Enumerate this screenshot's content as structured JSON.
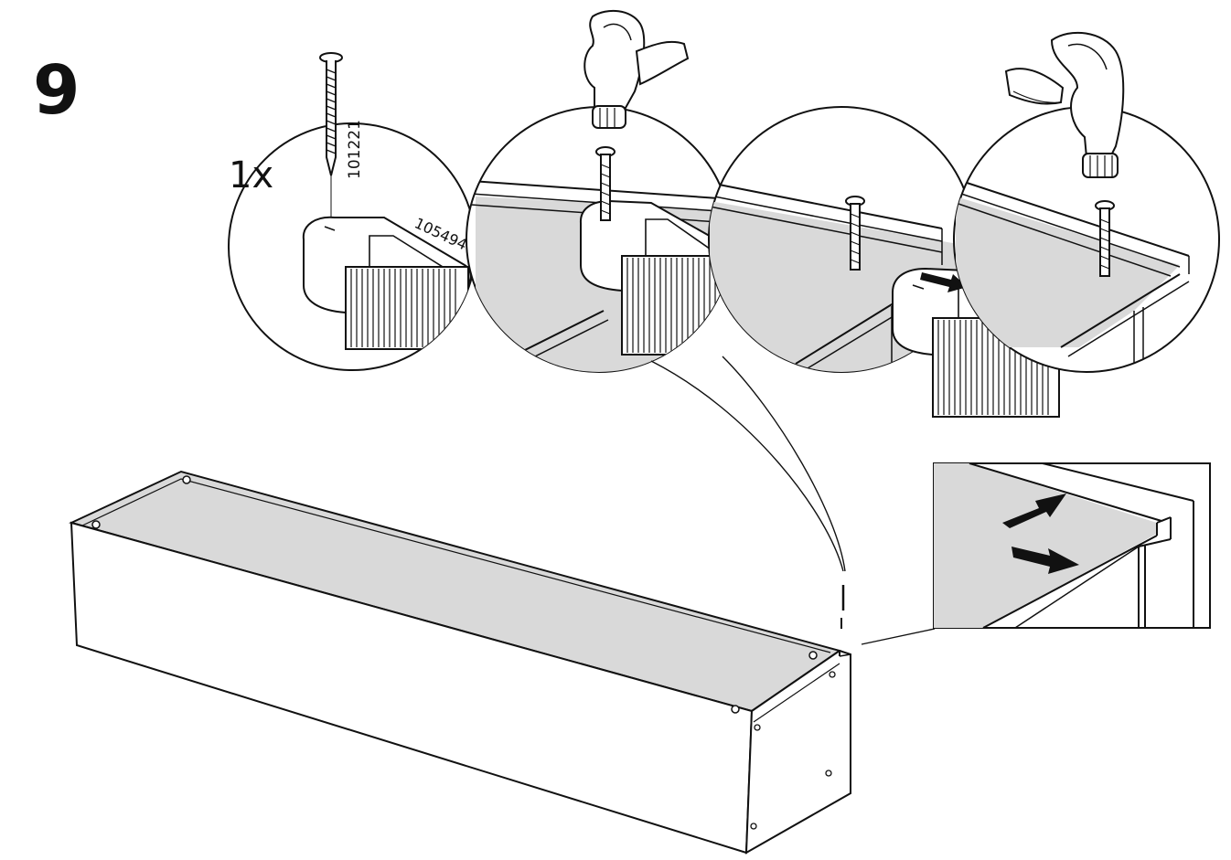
{
  "step": {
    "number": "9"
  },
  "parts": {
    "quantity": "1x",
    "nail_article": "101221",
    "bracket_article": "105494"
  },
  "colors": {
    "line": "#111111",
    "panel_fill": "#d9d9d9",
    "background": "#ffffff"
  },
  "icons": [
    "nail-icon",
    "hammer-icon",
    "hand-icon",
    "arrow-icon"
  ]
}
